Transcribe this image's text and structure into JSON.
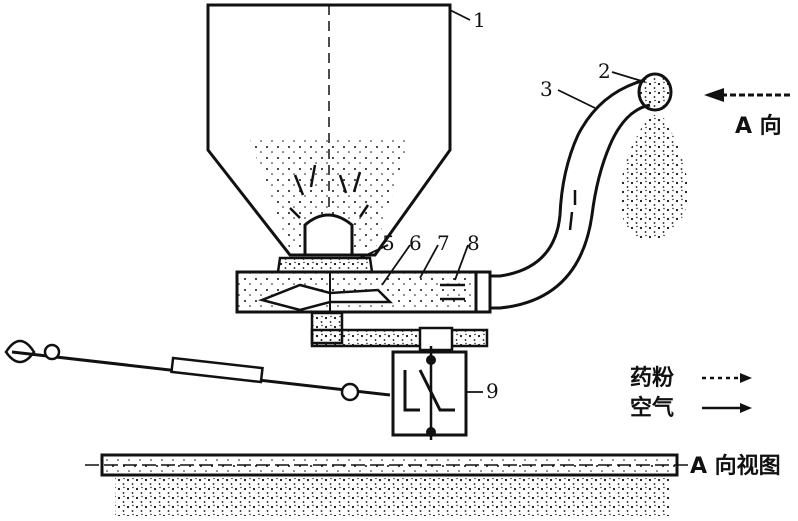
{
  "labels": {
    "part1": "1",
    "part2": "2",
    "part3": "3",
    "part5": "5",
    "part6": "6",
    "part7": "7",
    "part8": "8",
    "part9": "9",
    "direction_a": "A 向",
    "view_a": "A 向视图"
  },
  "legend": {
    "powder_label": "药粉",
    "air_label": "空气"
  },
  "colors": {
    "ink": "#111111",
    "paper": "#ffffff"
  }
}
